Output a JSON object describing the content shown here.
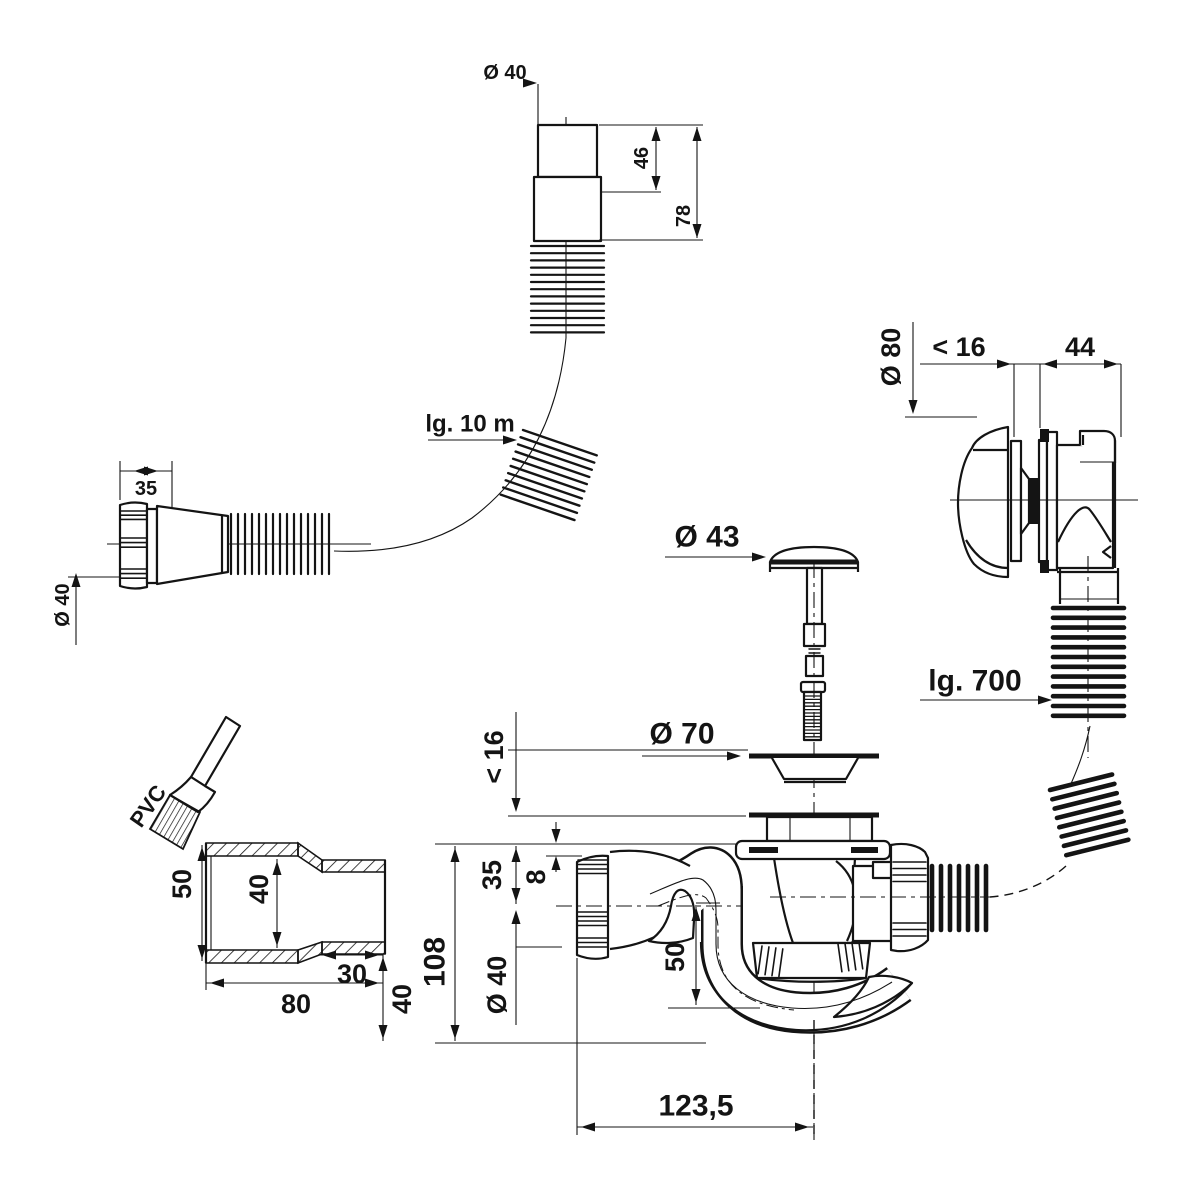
{
  "diagram": {
    "overflow_hose": {
      "diameter": "Ø 40",
      "upper_length": "46",
      "total_length": "78",
      "length_note": "lg. 10 m",
      "nut_width": "35",
      "end_diameter": "Ø 40"
    },
    "overflow_outlet": {
      "diameter": "Ø 80",
      "wall_max": "< 16",
      "depth": "44",
      "hose_length": "lg. 700"
    },
    "plug": {
      "diameter": "Ø 43"
    },
    "strainer": {
      "diameter": "Ø 70"
    },
    "waste_trap": {
      "wall_max": "< 16",
      "flange_height": "35",
      "gap": "8",
      "total_height": "108",
      "outlet_diameter": "Ø 40",
      "water_seal": "50",
      "length": "123,5"
    },
    "adapter": {
      "outer_diameter": "50",
      "inner_diameter": "40",
      "socket_depth": "30",
      "length": "80",
      "spigot_length": "40",
      "glue_label": "PVC"
    }
  }
}
